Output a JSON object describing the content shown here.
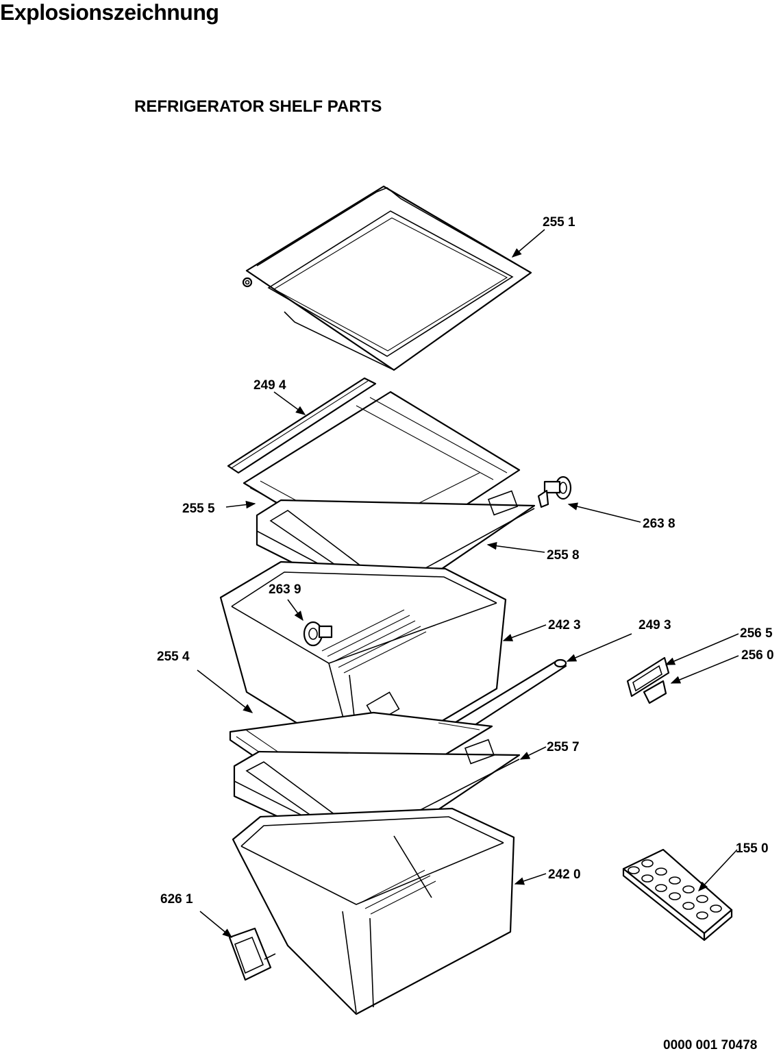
{
  "document": {
    "heading": "Explosionszeichnung",
    "subtitle": "REFRIGERATOR SHELF PARTS",
    "drawing_number": "0000 001 70478"
  },
  "callouts": {
    "c2551": "255 1",
    "c2494": "249 4",
    "c2555": "255 5",
    "c2638": "263 8",
    "c2558": "255 8",
    "c2639": "263 9",
    "c2423": "242 3",
    "c2493": "249 3",
    "c2565": "256 5",
    "c2560": "256 0",
    "c2554": "255 4",
    "c2557": "255 7",
    "c1550": "155 0",
    "c2420": "242 0",
    "c6261": "626 1"
  }
}
